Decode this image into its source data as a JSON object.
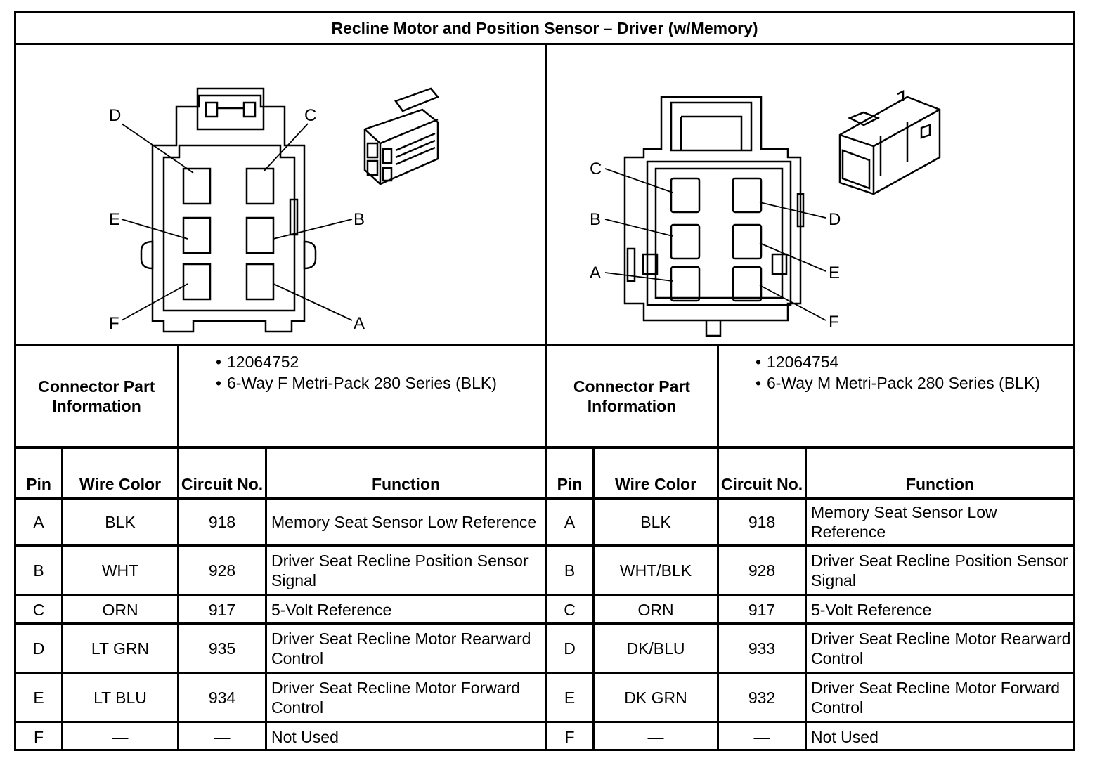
{
  "title": "Recline Motor and Position Sensor – Driver (w/Memory)",
  "connectors": [
    {
      "info_label": "Connector Part Information",
      "part_lines": [
        "12064752",
        "6-Way F Metri-Pack 280 Series (BLK)"
      ],
      "pin_letters": [
        "A",
        "B",
        "C",
        "D",
        "E",
        "F"
      ],
      "headers": {
        "pin": "Pin",
        "wire_color": "Wire Color",
        "circuit": "Circuit No.",
        "function": "Function"
      },
      "rows": [
        {
          "pin": "A",
          "color": "BLK",
          "circuit": "918",
          "function": "Memory Seat Sensor Low Reference"
        },
        {
          "pin": "B",
          "color": "WHT",
          "circuit": "928",
          "function": "Driver Seat Recline Position Sensor Signal"
        },
        {
          "pin": "C",
          "color": "ORN",
          "circuit": "917",
          "function": "5-Volt Reference"
        },
        {
          "pin": "D",
          "color": "LT GRN",
          "circuit": "935",
          "function": "Driver Seat Recline Motor Rearward Control"
        },
        {
          "pin": "E",
          "color": "LT BLU",
          "circuit": "934",
          "function": "Driver Seat Recline Motor Forward Control"
        },
        {
          "pin": "F",
          "color": "—",
          "circuit": "—",
          "function": "Not Used"
        }
      ]
    },
    {
      "info_label": "Connector Part Information",
      "part_lines": [
        "12064754",
        "6-Way M Metri-Pack 280 Series (BLK)"
      ],
      "pin_letters": [
        "A",
        "B",
        "C",
        "D",
        "E",
        "F"
      ],
      "headers": {
        "pin": "Pin",
        "wire_color": "Wire Color",
        "circuit": "Circuit No.",
        "function": "Function"
      },
      "rows": [
        {
          "pin": "A",
          "color": "BLK",
          "circuit": "918",
          "function": "Memory Seat Sensor Low Reference"
        },
        {
          "pin": "B",
          "color": "WHT/BLK",
          "circuit": "928",
          "function": "Driver Seat Recline Position Sensor Signal"
        },
        {
          "pin": "C",
          "color": "ORN",
          "circuit": "917",
          "function": "5-Volt Reference"
        },
        {
          "pin": "D",
          "color": "DK/BLU",
          "circuit": "933",
          "function": "Driver Seat Recline Motor Rearward Control"
        },
        {
          "pin": "E",
          "color": "DK GRN",
          "circuit": "932",
          "function": "Driver Seat Recline Motor Forward Control"
        },
        {
          "pin": "F",
          "color": "—",
          "circuit": "—",
          "function": "Not Used"
        }
      ]
    }
  ]
}
